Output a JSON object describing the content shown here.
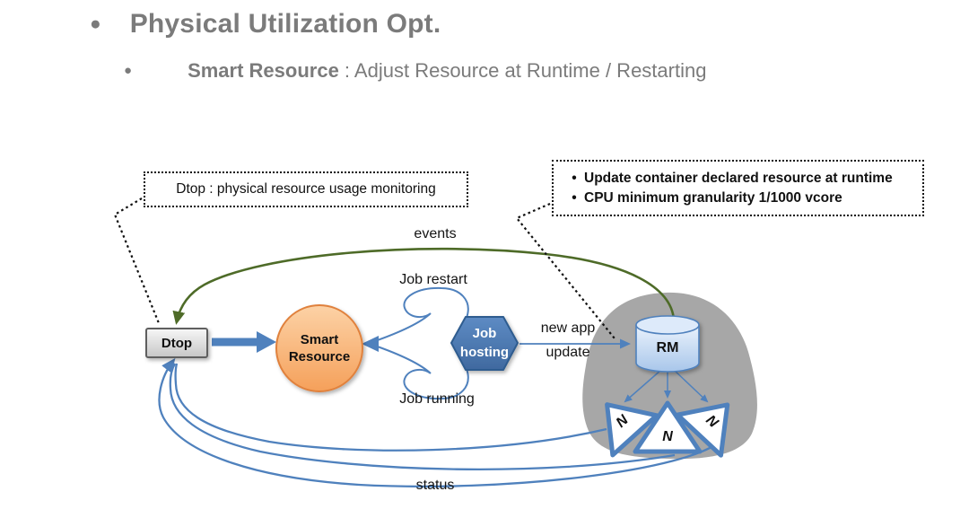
{
  "slide": {
    "title": {
      "bullet": "●",
      "text": "Physical Utilization Opt."
    },
    "subtitle": {
      "bullet": "●",
      "bold": "Smart Resource",
      "rest": " : Adjust Resource at Runtime / Restarting"
    }
  },
  "callouts": {
    "left": {
      "text": "Dtop : physical resource usage monitoring"
    },
    "right": {
      "bullet_char": "•",
      "items": [
        "Update container declared resource at runtime",
        "CPU minimum granularity 1/1000 vcore"
      ]
    }
  },
  "diagram": {
    "dtop": "Dtop",
    "smart_resource": {
      "line1": "Smart",
      "line2": "Resource"
    },
    "job_hosting": {
      "line1": "Job",
      "line2": "hosting"
    },
    "rm": "RM",
    "nodes": [
      {
        "label": "N"
      },
      {
        "label": "N"
      },
      {
        "label": "N"
      }
    ],
    "labels": {
      "events": "events",
      "job_restart": "Job restart",
      "job_running": "Job running",
      "new_app_line1": "new app",
      "new_app_line2": "update",
      "status": "status"
    }
  },
  "colors": {
    "accent_blue": "#4f81bd",
    "dark_green": "#4e6b28",
    "orange_fill": "#f9b97e",
    "orange_border": "#e0813c",
    "gray_blob": "#a7a7a7",
    "node_box_gray": "#d9d9d9",
    "title_gray": "#7b7b7b"
  }
}
